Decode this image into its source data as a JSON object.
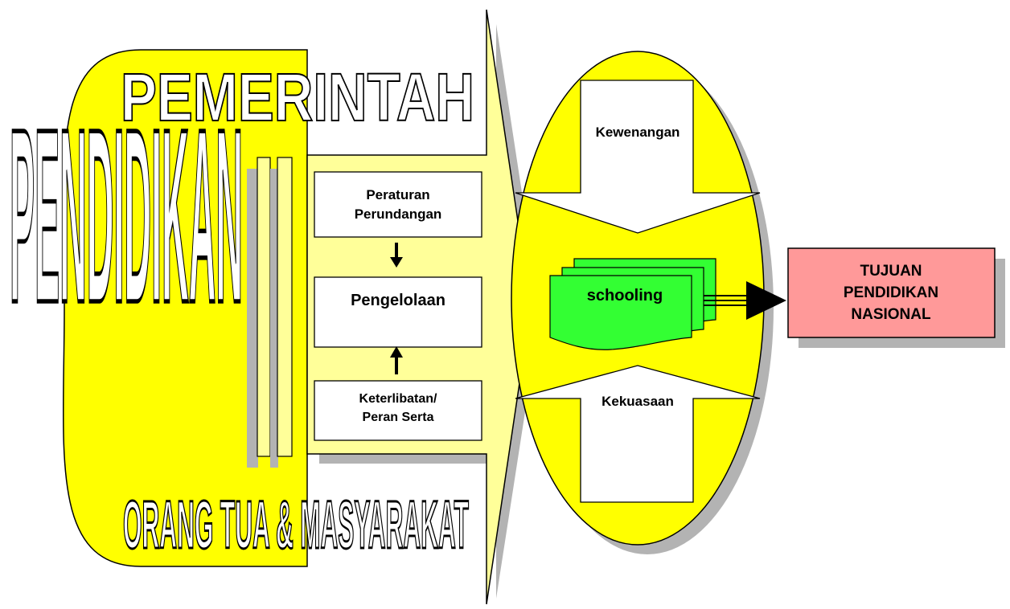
{
  "diagram": {
    "pemerintah": "PEMERINTAH",
    "pendidikan": "PENDIDIKAN",
    "orang_tua": "ORANG TUA & MASYARAKAT",
    "peraturan_line1": "Peraturan",
    "peraturan_line2": "Perundangan",
    "pengelolaan": "Pengelolaan",
    "keterlibatan_line1": "Keterlibatan/",
    "keterlibatan_line2": "Peran Serta",
    "kewenangan": "Kewenangan",
    "kekuasaan": "Kekuasaan",
    "schooling": "schooling",
    "tujuan_line1": "TUJUAN",
    "tujuan_line2": "PENDIDIKAN",
    "tujuan_line3": "NASIONAL"
  },
  "colors": {
    "yellow": "#ffff00",
    "pale_yellow": "#ffff99",
    "green": "#33ff33",
    "salmon": "#ff9999",
    "shadow": "#b3b3b3"
  }
}
